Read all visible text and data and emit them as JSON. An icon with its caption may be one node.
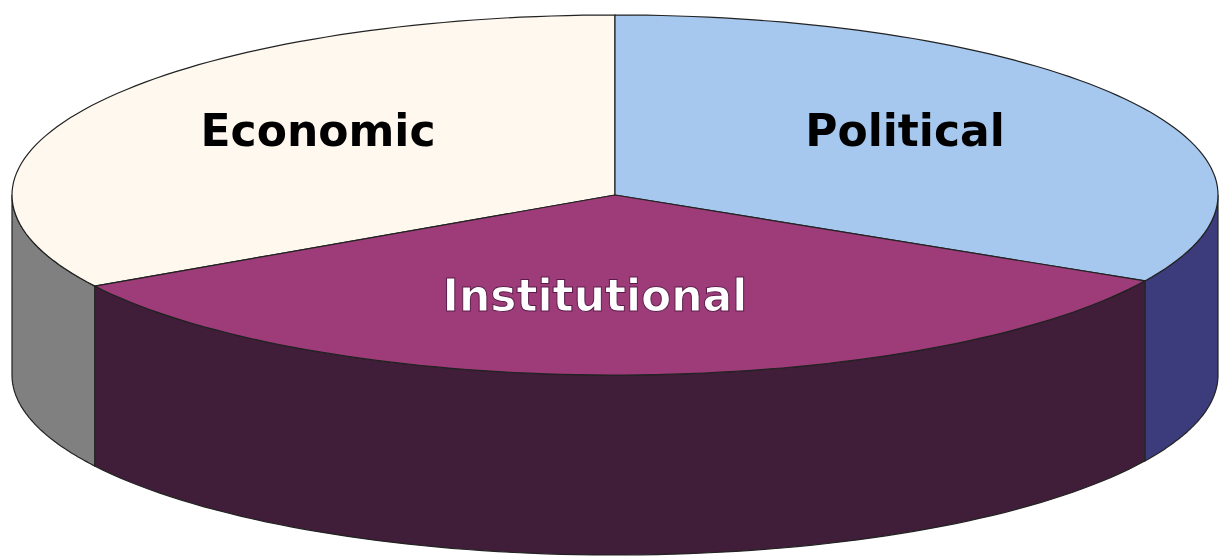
{
  "diagram": {
    "nodes": [
      {
        "text": [
          "Economic"
        ]
      },
      {
        "text": [
          "Political"
        ]
      },
      {
        "text": [
          "Institutional"
        ]
      }
    ]
  }
}
